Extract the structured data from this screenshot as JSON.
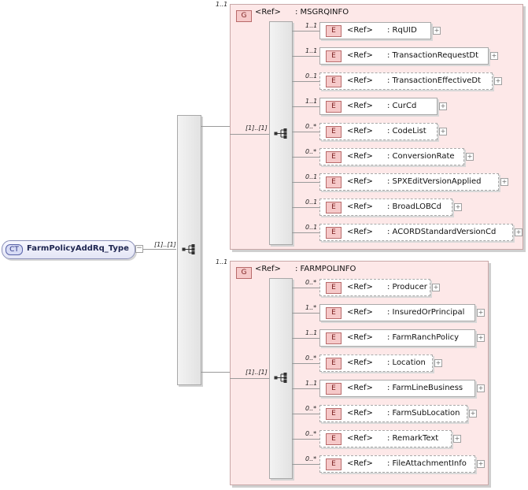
{
  "root": {
    "badge": "CT",
    "name": "FarmPolicyAddRq_Type",
    "mult": "[1]..[1]"
  },
  "groups": [
    {
      "mult": "1..1",
      "badge": "G",
      "ref": "<Ref>",
      "name": ": MSGRQINFO",
      "seq_mult": "[1]..[1]",
      "items": [
        {
          "mult": "1..1",
          "badge": "E",
          "ref": "<Ref>",
          "name": ": RqUID",
          "optional": false
        },
        {
          "mult": "1..1",
          "badge": "E",
          "ref": "<Ref>",
          "name": ": TransactionRequestDt",
          "optional": false
        },
        {
          "mult": "0..1",
          "badge": "E",
          "ref": "<Ref>",
          "name": ": TransactionEffectiveDt",
          "optional": true
        },
        {
          "mult": "1..1",
          "badge": "E",
          "ref": "<Ref>",
          "name": ": CurCd",
          "optional": false
        },
        {
          "mult": "0..*",
          "badge": "E",
          "ref": "<Ref>",
          "name": ": CodeList",
          "optional": true
        },
        {
          "mult": "0..*",
          "badge": "E",
          "ref": "<Ref>",
          "name": ": ConversionRate",
          "optional": true
        },
        {
          "mult": "0..1",
          "badge": "E",
          "ref": "<Ref>",
          "name": ": SPXEditVersionApplied",
          "optional": true
        },
        {
          "mult": "0..1",
          "badge": "E",
          "ref": "<Ref>",
          "name": ": BroadLOBCd",
          "optional": true
        },
        {
          "mult": "0..1",
          "badge": "E",
          "ref": "<Ref>",
          "name": ": ACORDStandardVersionCd",
          "optional": true
        }
      ]
    },
    {
      "mult": "1..1",
      "badge": "G",
      "ref": "<Ref>",
      "name": ": FARMPOLINFO",
      "seq_mult": "[1]..[1]",
      "items": [
        {
          "mult": "0..*",
          "badge": "E",
          "ref": "<Ref>",
          "name": ": Producer",
          "optional": true
        },
        {
          "mult": "1..*",
          "badge": "E",
          "ref": "<Ref>",
          "name": ": InsuredOrPrincipal",
          "optional": false
        },
        {
          "mult": "1..1",
          "badge": "E",
          "ref": "<Ref>",
          "name": ": FarmRanchPolicy",
          "optional": false
        },
        {
          "mult": "0..*",
          "badge": "E",
          "ref": "<Ref>",
          "name": ": Location",
          "optional": true
        },
        {
          "mult": "1..1",
          "badge": "E",
          "ref": "<Ref>",
          "name": ": FarmLineBusiness",
          "optional": false
        },
        {
          "mult": "0..*",
          "badge": "E",
          "ref": "<Ref>",
          "name": ": FarmSubLocation",
          "optional": true
        },
        {
          "mult": "0..*",
          "badge": "E",
          "ref": "<Ref>",
          "name": ": RemarkText",
          "optional": true
        },
        {
          "mult": "0..*",
          "badge": "E",
          "ref": "<Ref>",
          "name": ": FileAttachmentInfo",
          "optional": true
        }
      ]
    }
  ],
  "expand_symbol": "+",
  "collapse_symbol": "−"
}
